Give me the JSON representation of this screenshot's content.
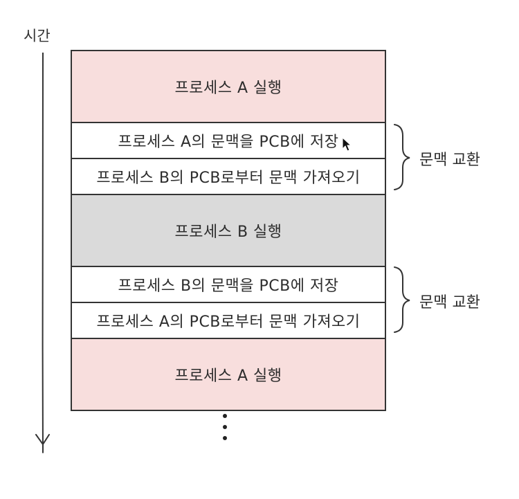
{
  "time_label": "시간",
  "blocks": [
    {
      "kind": "run-a",
      "label": "프로세스 A 실행"
    },
    {
      "kind": "ctx",
      "label": "프로세스 A의 문맥을 PCB에 저장"
    },
    {
      "kind": "ctx",
      "label": "프로세스 B의 PCB로부터 문맥 가져오기"
    },
    {
      "kind": "run-b",
      "label": "프로세스 B 실행"
    },
    {
      "kind": "ctx",
      "label": "프로세스 B의 문맥을 PCB에 저장"
    },
    {
      "kind": "ctx",
      "label": "프로세스 A의 PCB로부터 문맥 가져오기"
    },
    {
      "kind": "run-a",
      "label": "프로세스 A 실행"
    }
  ],
  "braces": [
    {
      "label": "문맥 교환"
    },
    {
      "label": "문맥 교환"
    }
  ],
  "colors": {
    "run_a": "#f8dedd",
    "run_b": "#dadada",
    "context": "#ffffff"
  }
}
